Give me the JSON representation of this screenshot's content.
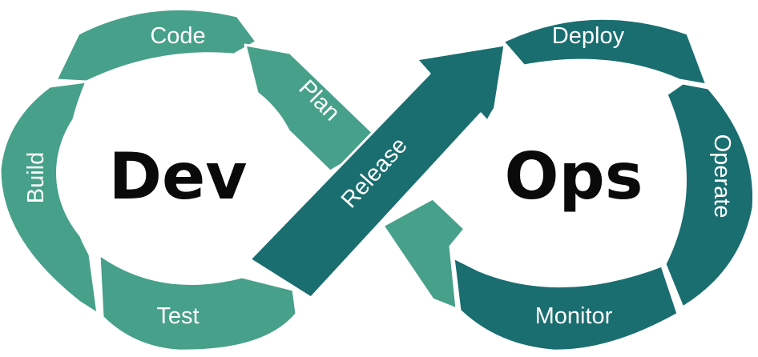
{
  "diagram": {
    "left_title": "Dev",
    "right_title": "Ops",
    "stages": {
      "plan": "Plan",
      "code": "Code",
      "build": "Build",
      "test": "Test",
      "release": "Release",
      "deploy": "Deploy",
      "operate": "Operate",
      "monitor": "Monitor"
    },
    "colors": {
      "dev_green": "#47A08A",
      "ops_teal": "#1A6E70",
      "outline": "#ffffff",
      "title_text": "#0a0a0a",
      "stage_text": "#ffffff"
    }
  }
}
